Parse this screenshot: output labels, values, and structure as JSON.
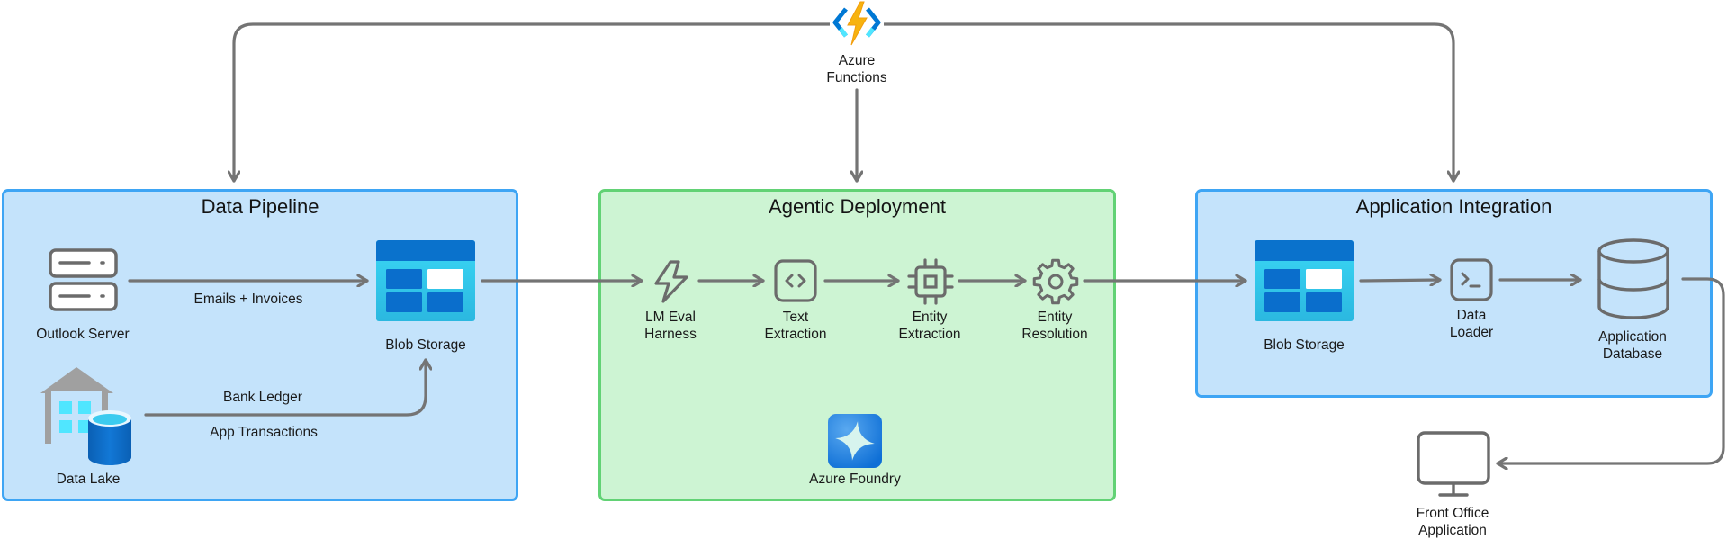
{
  "diagram": {
    "orchestrator": {
      "name": "Azure Functions",
      "label_lines": [
        "Azure",
        "Functions"
      ],
      "icon": "azure-functions-icon"
    },
    "groups": [
      {
        "id": "data-pipeline",
        "title": "Data Pipeline",
        "color": "#3ea5f4",
        "nodes": [
          {
            "id": "outlook-server",
            "label": "Outlook Server",
            "icon": "server-icon"
          },
          {
            "id": "data-lake",
            "label": "Data Lake",
            "icon": "data-lake-icon"
          },
          {
            "id": "blob-storage-1",
            "label": "Blob Storage",
            "icon": "blob-storage-icon"
          }
        ],
        "edges": [
          {
            "from": "outlook-server",
            "to": "blob-storage-1",
            "labels": [
              "Emails + Invoices"
            ]
          },
          {
            "from": "data-lake",
            "to": "blob-storage-1",
            "labels": [
              "Bank Ledger",
              "App Transactions"
            ]
          }
        ]
      },
      {
        "id": "agentic-deployment",
        "title": "Agentic Deployment",
        "color": "#62d275",
        "nodes": [
          {
            "id": "lm-eval-harness",
            "label_lines": [
              "LM Eval",
              "Harness"
            ],
            "icon": "lightning-icon"
          },
          {
            "id": "text-extraction",
            "label_lines": [
              "Text",
              "Extraction"
            ],
            "icon": "code-icon"
          },
          {
            "id": "entity-extraction",
            "label_lines": [
              "Entity",
              "Extraction"
            ],
            "icon": "chip-icon"
          },
          {
            "id": "entity-resolution",
            "label_lines": [
              "Entity",
              "Resolution"
            ],
            "icon": "gear-icon"
          },
          {
            "id": "azure-foundry",
            "label": "Azure Foundry",
            "icon": "azure-foundry-icon"
          }
        ]
      },
      {
        "id": "application-integration",
        "title": "Application Integration",
        "color": "#3ea5f4",
        "nodes": [
          {
            "id": "blob-storage-2",
            "label": "Blob Storage",
            "icon": "blob-storage-icon"
          },
          {
            "id": "data-loader",
            "label_lines": [
              "Data",
              "Loader"
            ],
            "icon": "terminal-icon"
          },
          {
            "id": "application-database",
            "label_lines": [
              "Application",
              "Database"
            ],
            "icon": "database-icon"
          }
        ]
      }
    ],
    "external": {
      "id": "front-office-application",
      "label_lines": [
        "Front Office",
        "Application"
      ],
      "icon": "monitor-icon"
    },
    "colors": {
      "connector": "#747474",
      "blue_fill": "#c4e3fb",
      "green_fill": "#cdf4d3",
      "azure_blue": "#0078d4",
      "azure_cyan": "#32caf0"
    }
  }
}
